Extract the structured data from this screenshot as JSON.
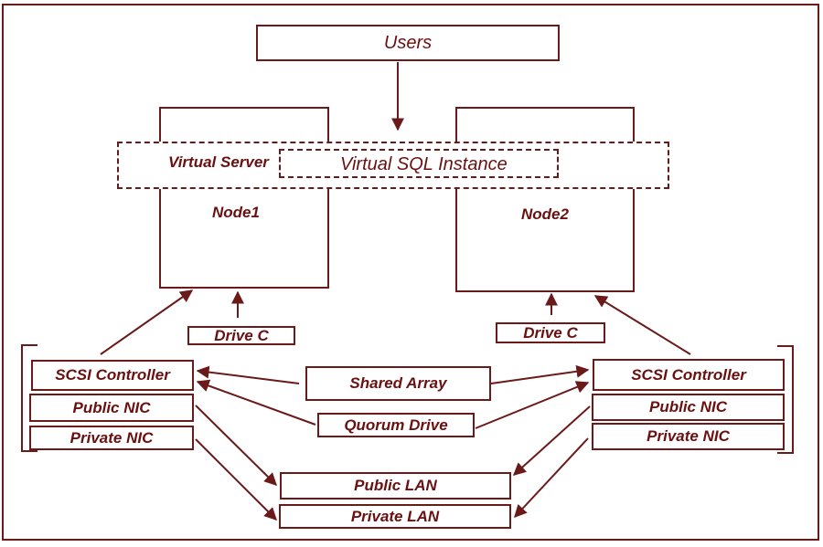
{
  "diagram": {
    "users": "Users",
    "virtual_server": "Virtual Server",
    "virtual_sql_instance": "Virtual SQL Instance",
    "node1": "Node1",
    "node2": "Node2",
    "left": {
      "drive_c": "Drive C",
      "scsi_controller": "SCSI Controller",
      "public_nic": "Public NIC",
      "private_nic": "Private NIC"
    },
    "right": {
      "drive_c": "Drive C",
      "scsi_controller": "SCSI Controller",
      "public_nic": "Public NIC",
      "private_nic": "Private NIC"
    },
    "shared_array": "Shared Array",
    "quorum_drive": "Quorum Drive",
    "public_lan": "Public LAN",
    "private_lan": "Private LAN"
  }
}
